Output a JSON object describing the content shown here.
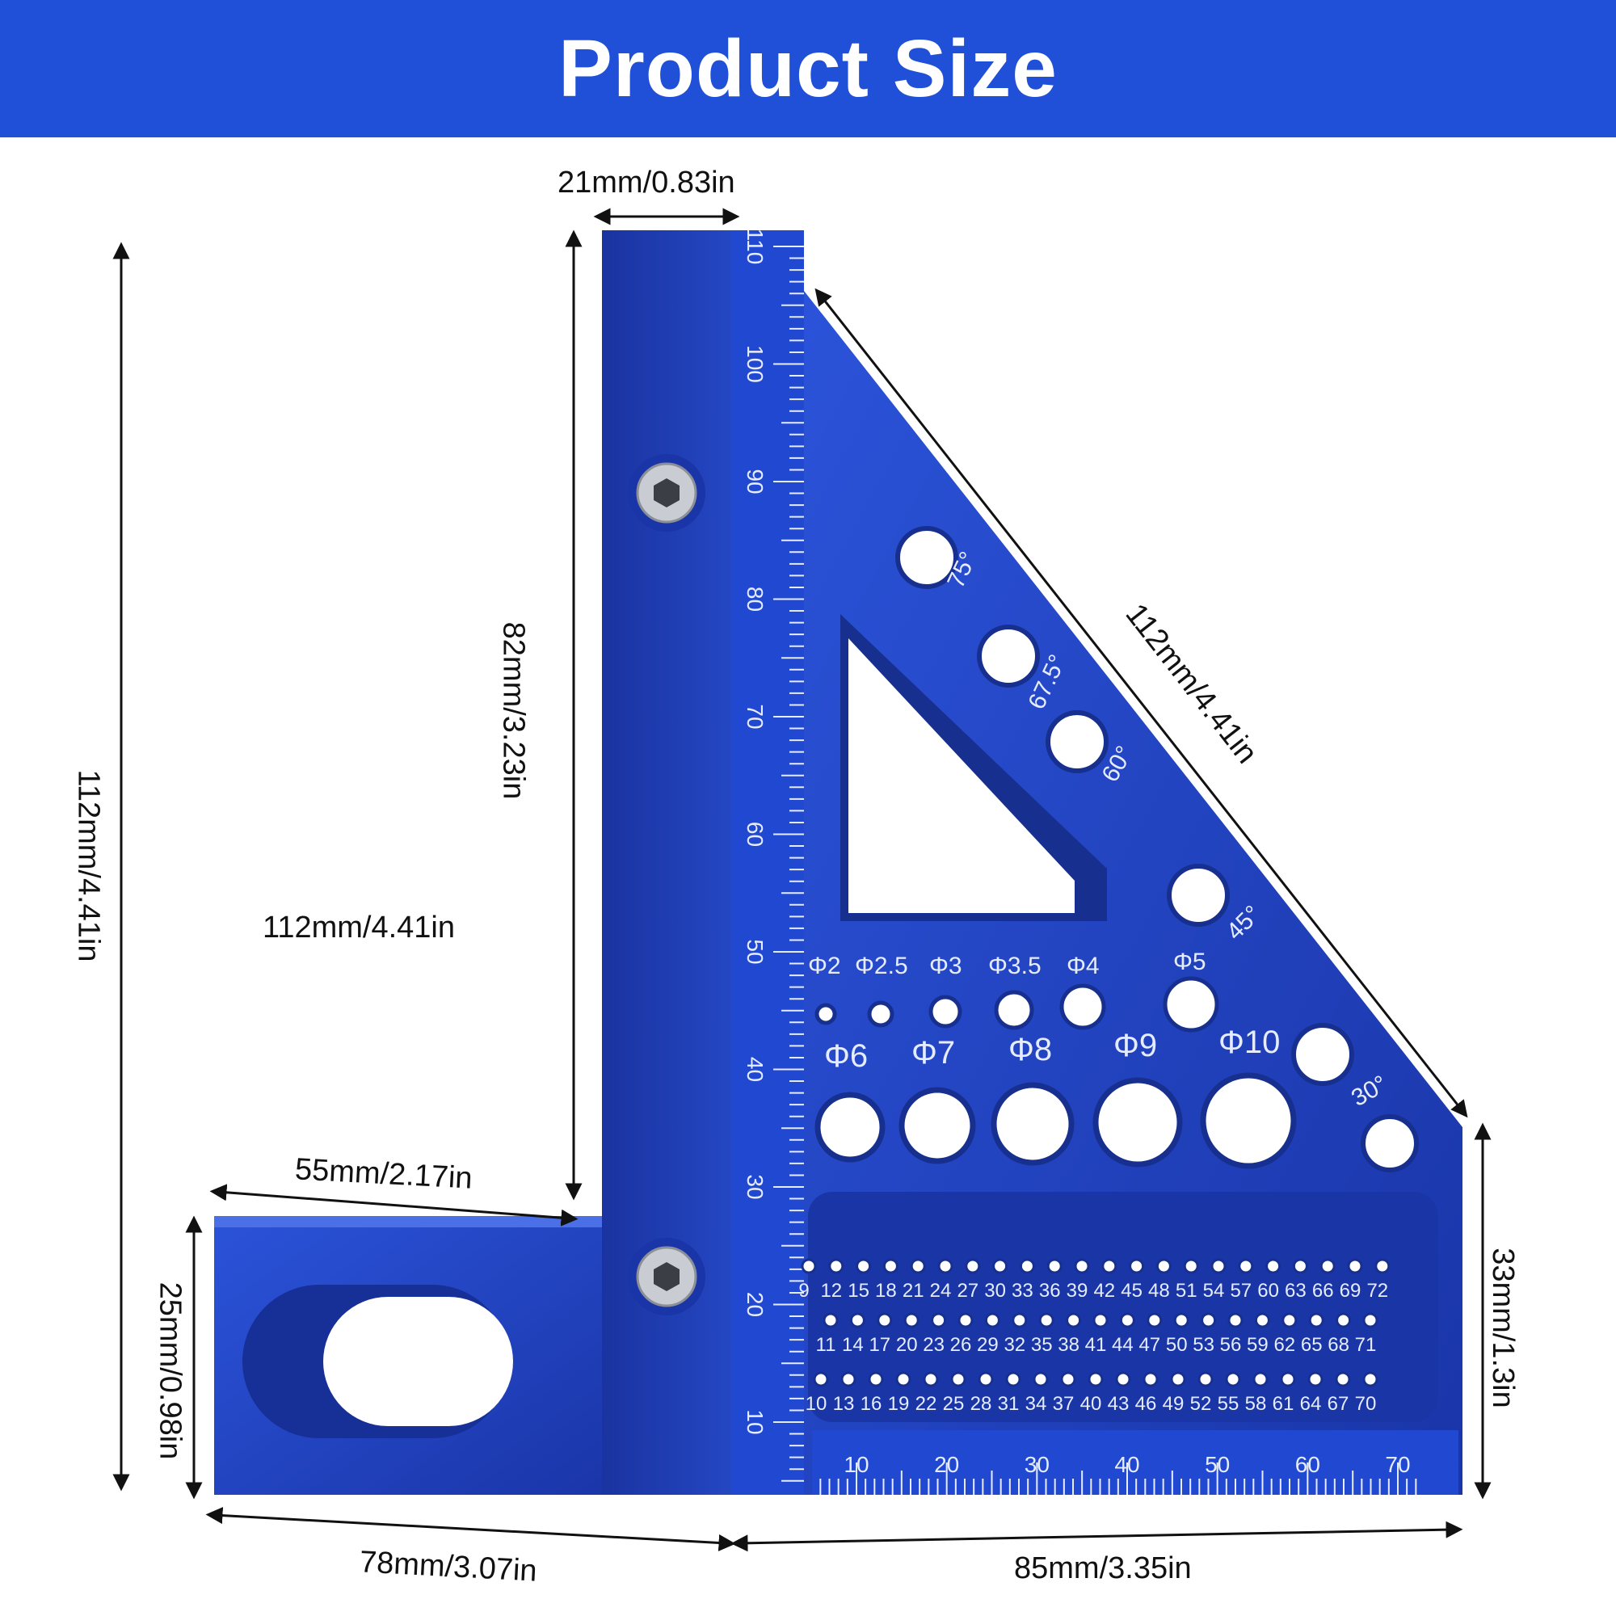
{
  "header": {
    "title": "Product Size"
  },
  "dimensions": {
    "top_width": "21mm/0.83in",
    "total_height": "112mm/4.41in",
    "inner_height": "82mm/3.23in",
    "middle_label": "112mm/4.41in",
    "hypotenuse": "112mm/4.41in",
    "base_top": "55mm/2.17in",
    "base_thickness": "25mm/0.98in",
    "right_height": "33mm/1.3in",
    "bottom_left": "78mm/3.07in",
    "bottom_right": "85mm/3.35in"
  },
  "ruler": {
    "vertical_labels": [
      "10",
      "20",
      "30",
      "40",
      "50",
      "60",
      "70",
      "80",
      "90",
      "100",
      "110"
    ],
    "horizontal_labels": [
      "10",
      "20",
      "30",
      "40",
      "50",
      "60",
      "70"
    ]
  },
  "angles": [
    "75°",
    "67.5°",
    "60°",
    "45°",
    "30°"
  ],
  "small_holes": [
    "Φ2",
    "Φ2.5",
    "Φ3",
    "Φ3.5",
    "Φ4",
    "Φ5"
  ],
  "large_holes": [
    "Φ6",
    "Φ7",
    "Φ8",
    "Φ9",
    "Φ10"
  ],
  "scribe_rows": {
    "row1": [
      "9",
      "12",
      "15",
      "18",
      "21",
      "24",
      "27",
      "30",
      "33",
      "36",
      "39",
      "42",
      "45",
      "48",
      "51",
      "54",
      "57",
      "60",
      "63",
      "66",
      "69",
      "72"
    ],
    "row2": [
      "11",
      "14",
      "17",
      "20",
      "23",
      "26",
      "29",
      "32",
      "35",
      "38",
      "41",
      "44",
      "47",
      "50",
      "53",
      "56",
      "59",
      "62",
      "65",
      "68",
      "71"
    ],
    "row3": [
      "10",
      "13",
      "16",
      "19",
      "22",
      "25",
      "28",
      "31",
      "34",
      "37",
      "40",
      "43",
      "46",
      "49",
      "52",
      "55",
      "58",
      "61",
      "64",
      "67",
      "70"
    ]
  },
  "colors": {
    "banner": "#2150d8",
    "tool_blue": "#1f3fbf",
    "tool_dark": "#142a8c",
    "engrave": "#e6ecff"
  }
}
